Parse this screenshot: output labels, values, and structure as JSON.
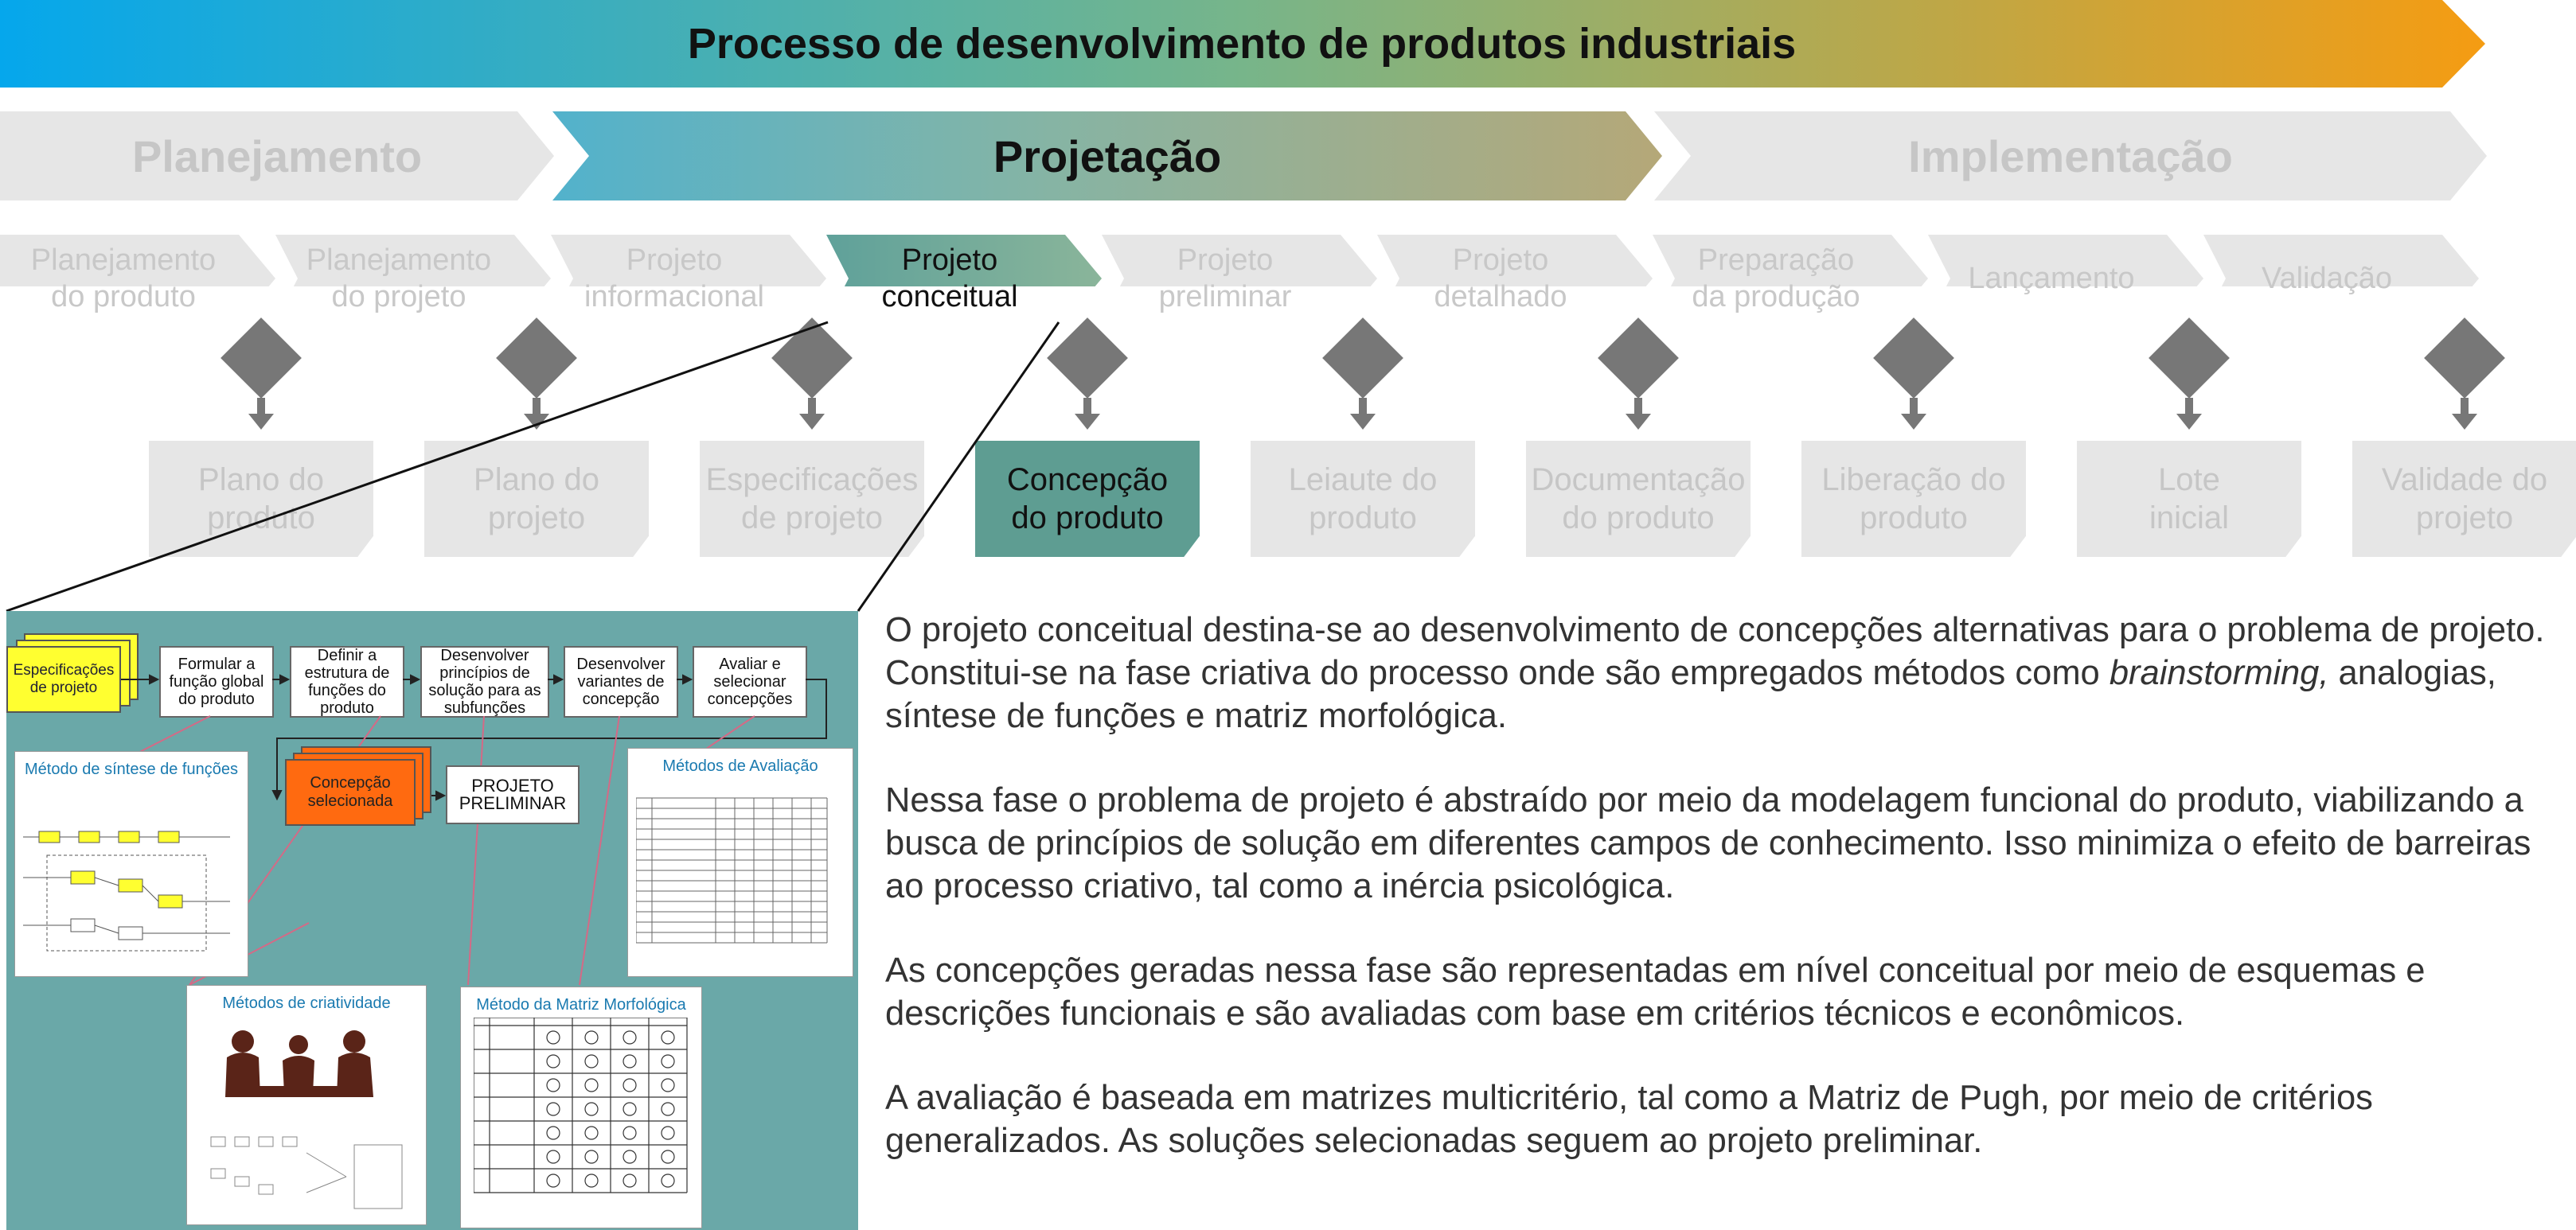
{
  "header": {
    "title": "Processo de desenvolvimento de produtos industriais"
  },
  "phases": [
    {
      "label": "Planejamento",
      "active": false
    },
    {
      "label": "Projetação",
      "active": true
    },
    {
      "label": "Implementação",
      "active": false
    }
  ],
  "steps": [
    {
      "line1": "Planejamento",
      "line2": "do produto"
    },
    {
      "line1": "Planejamento",
      "line2": "do projeto"
    },
    {
      "line1": "Projeto",
      "line2": "informacional"
    },
    {
      "line1": "Projeto",
      "line2": "conceitual"
    },
    {
      "line1": "Projeto",
      "line2": "preliminar"
    },
    {
      "line1": "Projeto",
      "line2": "detalhado"
    },
    {
      "line1": "Preparação",
      "line2": "da produção"
    },
    {
      "line1": "Lançamento",
      "line2": ""
    },
    {
      "line1": "Validação",
      "line2": ""
    }
  ],
  "deliverables": [
    {
      "line1": "Plano do",
      "line2": "produto"
    },
    {
      "line1": "Plano do",
      "line2": "projeto"
    },
    {
      "line1": "Especificações",
      "line2": "de projeto"
    },
    {
      "line1": "Concepção",
      "line2": "do produto"
    },
    {
      "line1": "Leiaute do",
      "line2": "produto"
    },
    {
      "line1": "Documentação",
      "line2": "do produto"
    },
    {
      "line1": "Liberação do",
      "line2": "produto"
    },
    {
      "line1": "Lote",
      "line2": "inicial"
    },
    {
      "line1": "Validade do",
      "line2": "projeto"
    }
  ],
  "active_step_index": 3,
  "colors": {
    "gradient_start": "#05a7ec",
    "gradient_mid": "#77b58a",
    "gradient_end": "#f59c12",
    "inactive_gray": "#e6e6e6",
    "active_teal": "#5e9d92",
    "panel_teal": "#6aa8a8",
    "orange": "#ff6a10",
    "yellow": "#ffff30"
  },
  "description": {
    "p1_before": "O projeto conceitual destina-se ao desenvolvimento de concepções alternativas para o problema de projeto. Constitui-se na fase criativa do processo onde são empregados métodos como ",
    "p1_italic": "brainstorming,",
    "p1_after": " analogias, síntese de funções e matriz morfológica.",
    "p2": "Nessa fase o problema de projeto é abstraído por meio da modelagem funcional do produto, viabilizando a busca de princípios de solução em diferentes campos de conhecimento. Isso minimiza o efeito de barreiras ao processo criativo, tal como a inércia psicológica.",
    "p3": "As concepções geradas nessa fase são representadas em nível conceitual por meio de esquemas e descrições funcionais e são avaliadas com base em critérios técnicos e econômicos.",
    "p4": "A avaliação é baseada em matrizes multicritério, tal como a Matriz de Pugh, por meio de critérios generalizados. As soluções selecionadas seguem ao projeto preliminar."
  },
  "panel": {
    "input_doc": "Especificações de projeto",
    "flow_steps": [
      "Formular a função global do produto",
      "Definir a estrutura de funções do produto",
      "Desenvolver princípios de solução para as subfunções",
      "Desenvolver variantes de concepção",
      "Avaliar e selecionar concepções"
    ],
    "selected": "Concepção selecionada",
    "next": "PROJETO PRELIMINAR",
    "methods": {
      "synthesis": "Método de síntese de funções",
      "evaluation": "Métodos de Avaliação",
      "creativity": "Métodos de criatividade",
      "morphological": "Método da Matriz Morfológica"
    }
  }
}
